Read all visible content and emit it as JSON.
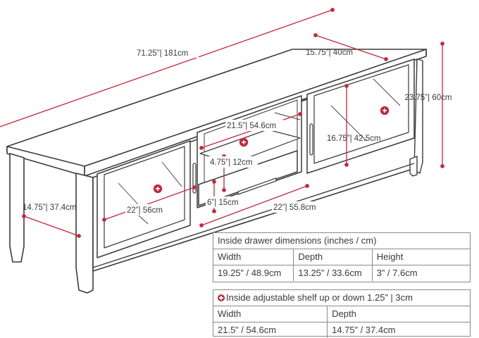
{
  "diagram": {
    "dimensions": {
      "overall_width": "71.25”| 181cm",
      "overall_depth": "15.75”| 40cm",
      "overall_height": "23.75”| 60cm",
      "center_width": "21.5”| 54.6cm",
      "side_height": "16.75”| 42.5cm",
      "drawer_height": "4.75”| 12cm",
      "side_depth": "14.75”| 37.4cm",
      "left_width": "22”| 56cm",
      "bottom_height": "6”| 15cm",
      "right_width": "22”| 55.8cm"
    },
    "colors": {
      "dimension_line": "#c5273a",
      "furniture_line": "#3a3a3a",
      "furniture_fill": "#ffffff"
    }
  },
  "drawer_table": {
    "title": "Inside drawer dimensions (inches / cm)",
    "headers": [
      "Width",
      "Depth",
      "Height"
    ],
    "values": [
      "19.25” / 48.9cm",
      "13.25” / 33.6cm",
      "3” / 7.6cm"
    ]
  },
  "shelf_table": {
    "icon": "plus-circle-icon",
    "title": "Inside adjustable shelf up or down 1.25” | 3cm",
    "headers": [
      "Width",
      "Depth"
    ],
    "values": [
      "21.5” / 54.6cm",
      "14.75” / 37.4cm"
    ]
  }
}
